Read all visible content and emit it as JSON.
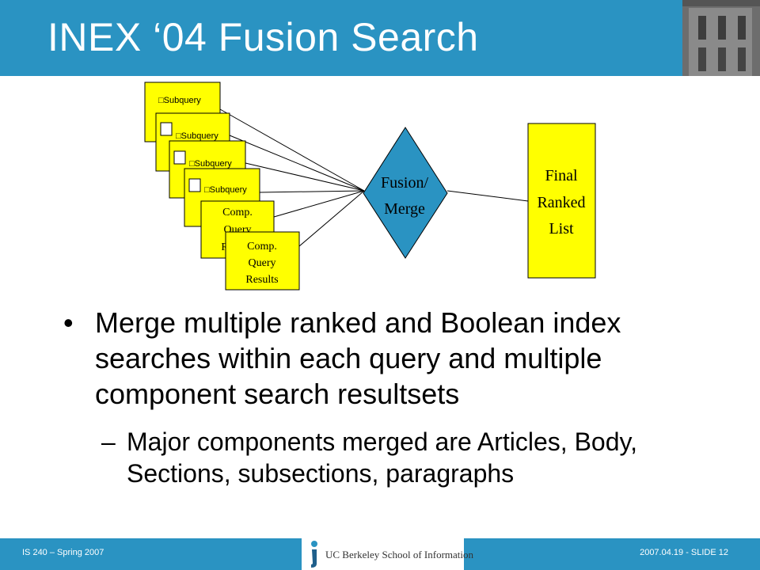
{
  "slide": {
    "title": "INEX ‘04 Fusion Search"
  },
  "diagram": {
    "subquery_label": "□Subquery",
    "comp_results_lines": [
      "Comp.",
      "Query",
      "Results"
    ],
    "comp_results_back_lines": [
      "Comp.",
      "Query",
      "R"
    ],
    "fusion_lines": [
      "Fusion/",
      "Merge"
    ],
    "final_lines": [
      "Final",
      "Ranked",
      "List"
    ],
    "colors": {
      "box_fill": "#ffff00",
      "diamond_fill": "#2a93c2",
      "accent": "#2a93c2"
    }
  },
  "bullets": {
    "main": "Merge multiple ranked and Boolean index searches within each query and multiple component search resultsets",
    "sub": "Major components merged are Articles, Body, Sections, subsections, paragraphs"
  },
  "footer": {
    "left": "IS 240 – Spring 2007",
    "logo": "UC Berkeley School of Information",
    "right": "2007.04.19 - SLIDE 12"
  }
}
